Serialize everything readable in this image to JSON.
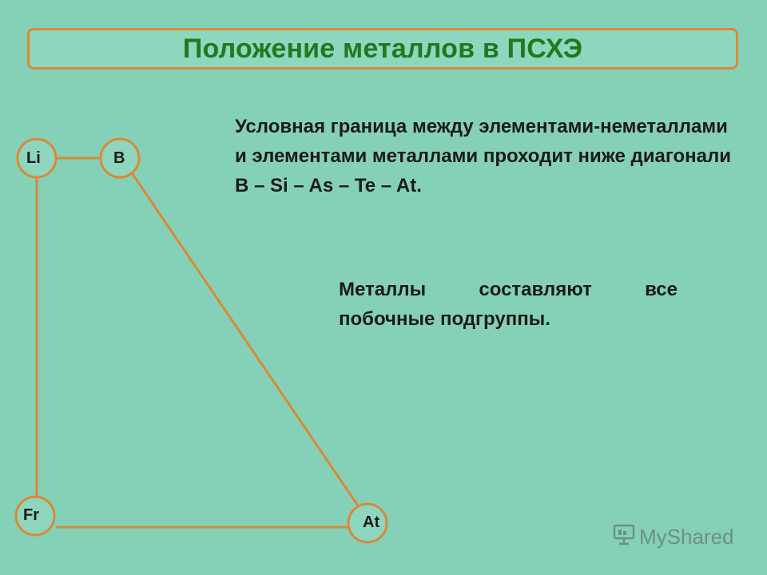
{
  "title": "Положение металлов в ПСХЭ",
  "diagram": {
    "nodes": {
      "li": "Li",
      "b": "B",
      "fr": "Fr",
      "at": "At"
    },
    "colors": {
      "line": "#d9893a",
      "circle_fill": "#8ed6bd"
    }
  },
  "paragraph1": "Условная граница между элементами-неметаллами и элементами металлами проходит ниже диагонали B – Si – As – Te – At.",
  "paragraph2": "Металлы составляют все побочные подгруппы.",
  "watermark": {
    "text": "MyShared",
    "icon": "presentation-icon"
  },
  "colors": {
    "background": "#85d1b7",
    "title_text": "#1f7a1f",
    "accent_border": "#d9893a"
  }
}
